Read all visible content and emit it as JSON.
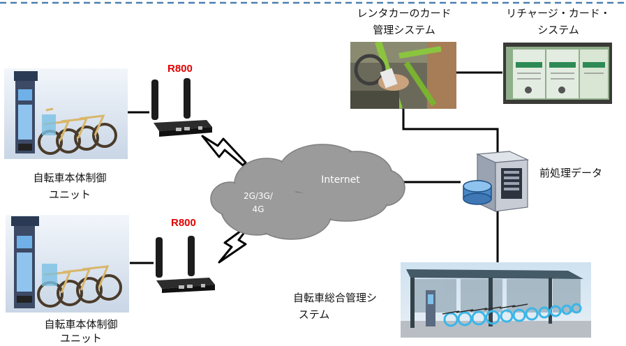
{
  "top_right": {
    "rental_card_system": {
      "line1": "レンタカーのカード",
      "line2": "管理システム"
    },
    "recharge_card_system": {
      "line1": "リチャージ・カード・",
      "line2": "システム"
    }
  },
  "routers": [
    {
      "title": "R800"
    },
    {
      "title": "R800"
    }
  ],
  "units": [
    {
      "line1": "自転車本体制御",
      "line2": "ユニット"
    },
    {
      "line1": "自転車本体制御",
      "line2": "ユニット"
    }
  ],
  "cloud": {
    "internet": "Internet",
    "network_line1": "2G/3G/",
    "network_line2": "4G"
  },
  "preprocessing": {
    "label": "前処理データ"
  },
  "bike_system": {
    "line1": "自転車総合管理シ",
    "line2": "ステム"
  },
  "colors": {
    "dashed_border": "#4a7fb0",
    "router_label": "#e00000",
    "cloud": "#9b9b9b",
    "line": "#000000"
  }
}
